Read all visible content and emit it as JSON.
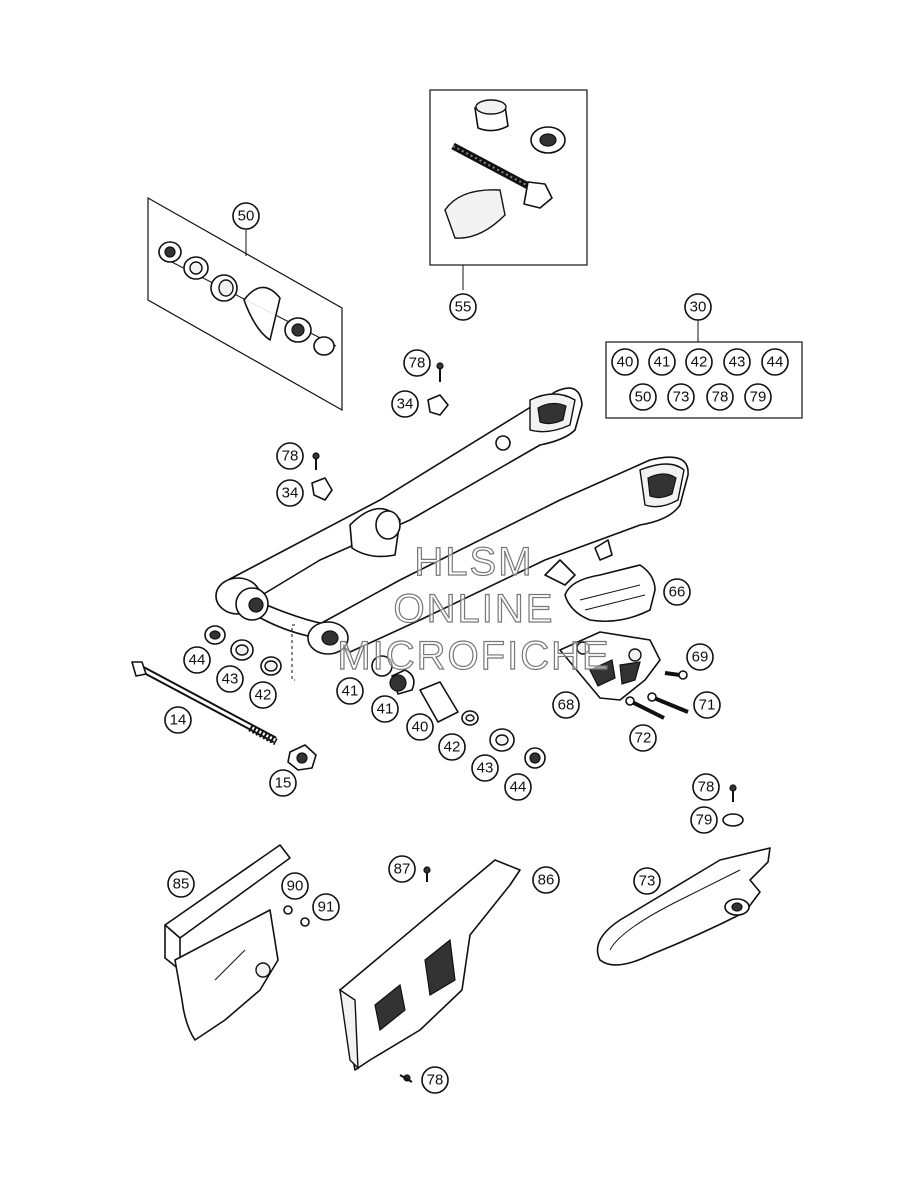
{
  "watermark": {
    "line1": "HLSM",
    "line2": "ONLINE",
    "line3": "MICROFICHE"
  },
  "callouts": {
    "c50": "50",
    "c55": "55",
    "c30": "30",
    "k40": "40",
    "k41": "41",
    "k42": "42",
    "k43": "43",
    "k44": "44",
    "k50": "50",
    "k73": "73",
    "k78": "78",
    "k79": "79",
    "c78a": "78",
    "c34a": "34",
    "c78b": "78",
    "c34b": "34",
    "c66": "66",
    "c69": "69",
    "c71": "71",
    "c72": "72",
    "c68": "68",
    "c44l": "44",
    "c43l": "43",
    "c42l": "42",
    "c14": "14",
    "c15": "15",
    "c41a": "41",
    "c41b": "41",
    "c40": "40",
    "c42r": "42",
    "c43r": "43",
    "c44r": "44",
    "c78c": "78",
    "c79": "79",
    "c73": "73",
    "c85": "85",
    "c90": "90",
    "c91": "91",
    "c87": "87",
    "c86": "86",
    "c78d": "78"
  }
}
